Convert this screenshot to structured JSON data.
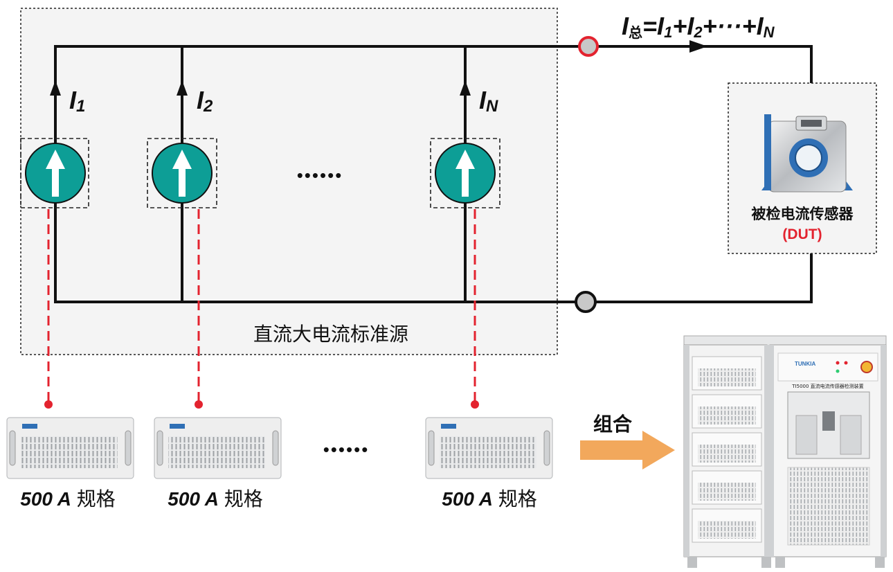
{
  "source_panel": {
    "label": "直流大电流标准源",
    "ellipsis": "••••••"
  },
  "sources": [
    {
      "sym": "I",
      "sub": "1",
      "spec_value": "500 A",
      "spec_unit": "规格"
    },
    {
      "sym": "I",
      "sub": "2",
      "spec_value": "500 A",
      "spec_unit": "规格"
    },
    {
      "sym": "I",
      "sub": "N",
      "spec_value": "500 A",
      "spec_unit": "规格"
    }
  ],
  "total_current": {
    "sym": "I",
    "sub": "总",
    "eq": "=",
    "t1": "I",
    "s1": "1",
    "plus1": "+",
    "t2": "I",
    "s2": "2",
    "rest": "+···+",
    "tN": "I",
    "sN": "N"
  },
  "dut": {
    "label": "被检电流传感器",
    "tag": "(DUT)"
  },
  "units_ellipsis": "••••••",
  "combine_label": "组合",
  "device": {
    "brand": "TUNKIA",
    "model_title": "TI5000 直流电流传感器检测装置"
  },
  "colors": {
    "teal": "#0d9e96",
    "red": "#e3232f",
    "orange": "#f2a85c",
    "wire": "#111111",
    "panel_bg": "#f4f4f4"
  }
}
